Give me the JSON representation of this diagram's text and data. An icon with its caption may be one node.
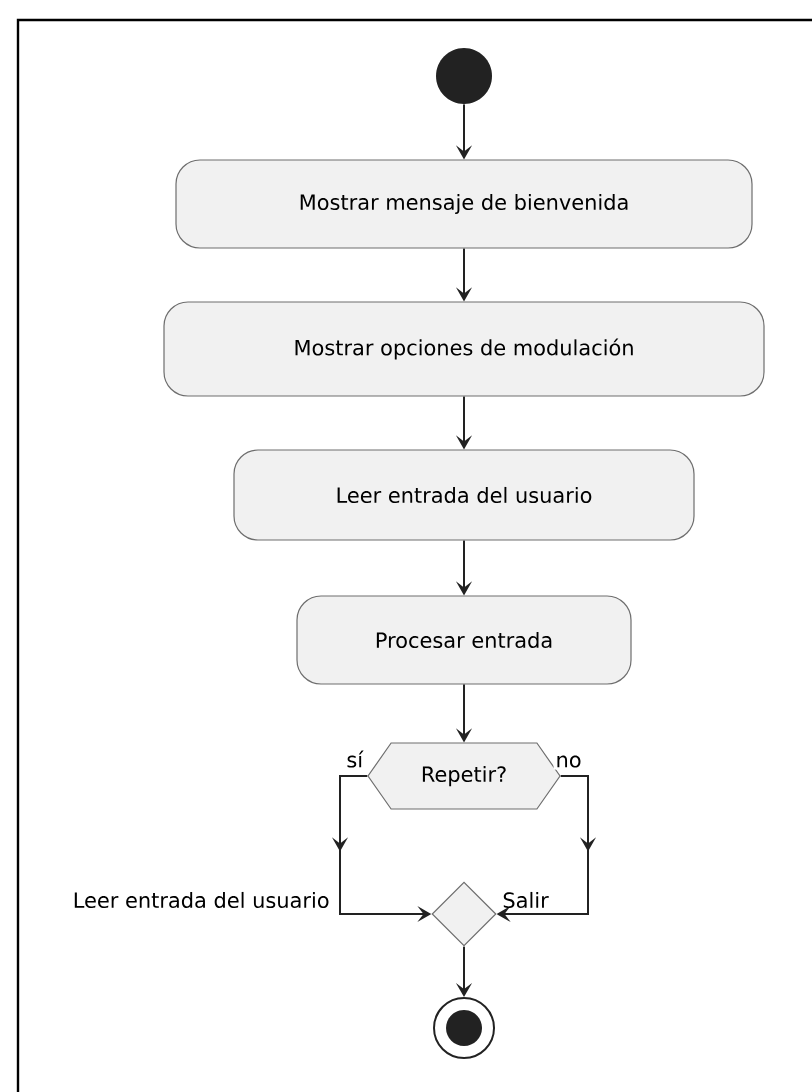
{
  "diagram": {
    "nodes": [
      {
        "text": [],
        "shape": "circle"
      },
      {
        "text": [
          "Mostrar mensaje de bienvenida"
        ]
      },
      {
        "text": [
          "Mostrar opciones de modulación"
        ]
      },
      {
        "text": [
          "Leer entrada del usuario"
        ]
      },
      {
        "text": [
          "Procesar entrada"
        ]
      },
      {
        "text": [
          "Repetir?"
        ]
      },
      {
        "text": [],
        "shape": "diamond"
      },
      {
        "text": [],
        "shape": "circle"
      }
    ],
    "edges": [
      {
        "from": 0,
        "to": 1,
        "arrow": "to"
      },
      {
        "from": 1,
        "to": 2,
        "arrow": "to"
      },
      {
        "from": 2,
        "to": 3,
        "arrow": "to"
      },
      {
        "from": 3,
        "to": 4,
        "arrow": "to"
      },
      {
        "from": 4,
        "to": 5,
        "arrow": "to"
      },
      {
        "from": 5,
        "to": 6,
        "arrow": "to",
        "label": "sí"
      },
      {
        "from": 5,
        "to": 6,
        "arrow": "to",
        "label": "no"
      },
      {
        "from": 6,
        "to": 7,
        "arrow": "to"
      }
    ],
    "labels": [
      "Leer entrada del usuario",
      "Salir"
    ]
  }
}
